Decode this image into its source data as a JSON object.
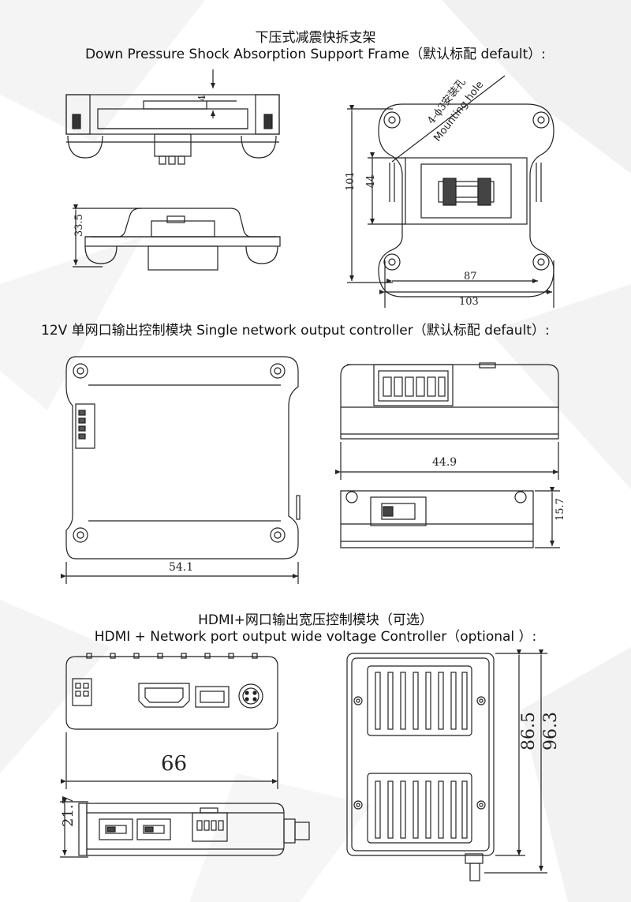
{
  "section1": {
    "title_cn": "下压式减震快拆支架",
    "title_en": "Down Pressure Shock Absorption Support Frame（默认标配 default）:",
    "dims": {
      "gap": "4",
      "height": "33.5",
      "outer_height": "101",
      "inner_height": "44",
      "inner_width": "87",
      "outer_width": "103"
    },
    "hole_label_cn": "4-ϕ3安装孔",
    "hole_label_en": "Mounting hole"
  },
  "section2": {
    "title": "12V 单网口输出控制模块 Single network output controller（默认标配 default）:",
    "dims": {
      "width": "54.1",
      "depth": "44.9",
      "height": "15.7"
    }
  },
  "section3": {
    "title_cn": "HDMI+网口输出宽压控制模块（可选）",
    "title_en": "HDMI + Network port output wide voltage Controller（optional ）:",
    "dims": {
      "width": "66",
      "height": "21.7",
      "inner_length": "86.5",
      "outer_length": "96.3"
    }
  }
}
